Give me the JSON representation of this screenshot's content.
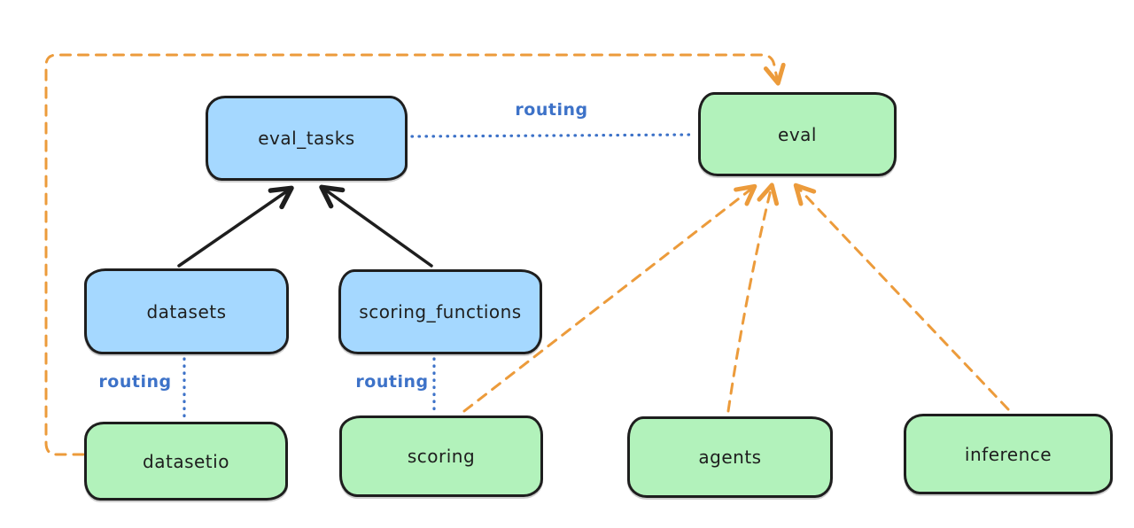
{
  "diagram": {
    "nodes": [
      {
        "id": "eval_tasks",
        "label": "eval_tasks",
        "fill": "#a5d8ff",
        "kind": "resource"
      },
      {
        "id": "eval",
        "label": "eval",
        "fill": "#b2f2bb",
        "kind": "api"
      },
      {
        "id": "datasets",
        "label": "datasets",
        "fill": "#a5d8ff",
        "kind": "resource"
      },
      {
        "id": "scoring_functions",
        "label": "scoring_functions",
        "fill": "#a5d8ff",
        "kind": "resource"
      },
      {
        "id": "datasetio",
        "label": "datasetio",
        "fill": "#b2f2bb",
        "kind": "api"
      },
      {
        "id": "scoring",
        "label": "scoring",
        "fill": "#b2f2bb",
        "kind": "api"
      },
      {
        "id": "agents",
        "label": "agents",
        "fill": "#b2f2bb",
        "kind": "api"
      },
      {
        "id": "inference",
        "label": "inference",
        "fill": "#b2f2bb",
        "kind": "api"
      }
    ],
    "edges": [
      {
        "from": "datasets",
        "to": "eval_tasks",
        "style": "solid",
        "color": "#1e1e1e",
        "arrow": true,
        "label": ""
      },
      {
        "from": "scoring_functions",
        "to": "eval_tasks",
        "style": "solid",
        "color": "#1e1e1e",
        "arrow": true,
        "label": ""
      },
      {
        "from": "eval_tasks",
        "to": "eval",
        "style": "dotted",
        "color": "#3d72c8",
        "arrow": false,
        "label": "routing"
      },
      {
        "from": "datasets",
        "to": "datasetio",
        "style": "dotted",
        "color": "#3d72c8",
        "arrow": false,
        "label": "routing"
      },
      {
        "from": "scoring_functions",
        "to": "scoring",
        "style": "dotted",
        "color": "#3d72c8",
        "arrow": false,
        "label": "routing"
      },
      {
        "from": "datasetio",
        "to": "eval",
        "style": "dashed",
        "color": "#ec9b3b",
        "arrow": true,
        "label": ""
      },
      {
        "from": "scoring",
        "to": "eval",
        "style": "dashed",
        "color": "#ec9b3b",
        "arrow": true,
        "label": ""
      },
      {
        "from": "agents",
        "to": "eval",
        "style": "dashed",
        "color": "#ec9b3b",
        "arrow": true,
        "label": ""
      },
      {
        "from": "inference",
        "to": "eval",
        "style": "dashed",
        "color": "#ec9b3b",
        "arrow": true,
        "label": ""
      }
    ],
    "colors": {
      "background": "#ffffff",
      "node_border": "#1e1e1e",
      "blue_node_fill": "#a5d8ff",
      "green_node_fill": "#b2f2bb",
      "routing_line": "#3d72c8",
      "dashed_arrow": "#ec9b3b",
      "solid_arrow": "#1e1e1e",
      "node_text": "#1e1e1e"
    }
  }
}
